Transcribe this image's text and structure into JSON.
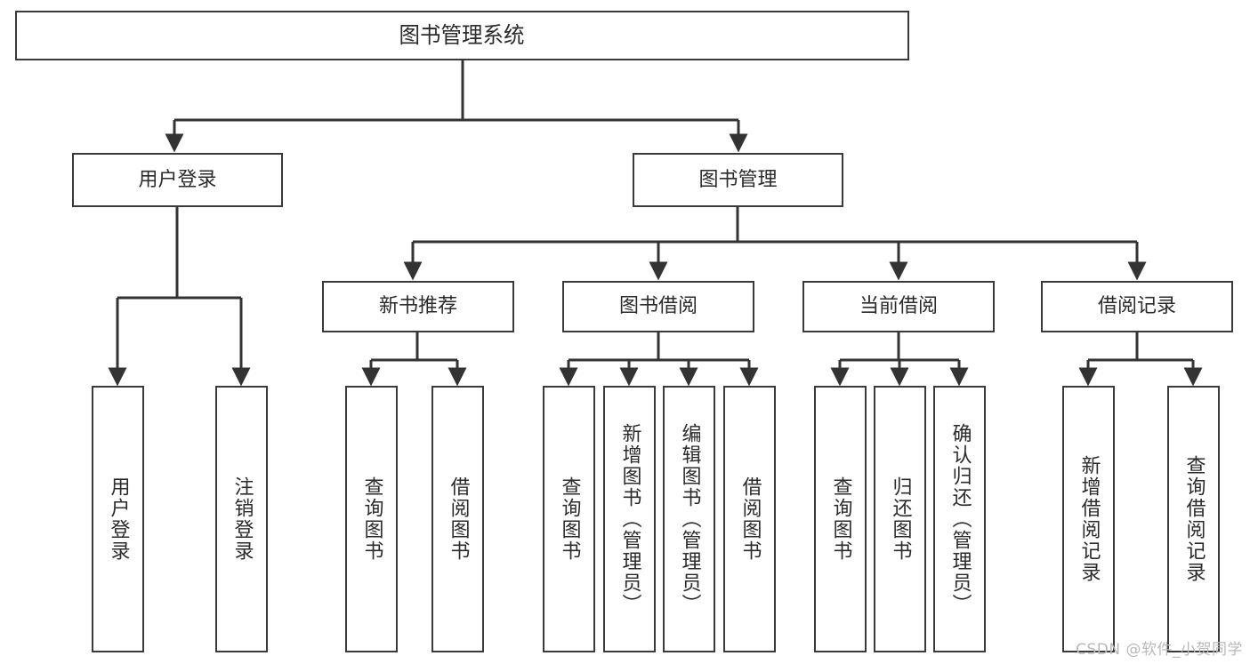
{
  "diagram": {
    "type": "tree",
    "title": "图书管理系统",
    "watermark": "CSDN @软件_小贺同学",
    "colors": {
      "box_border": "#3a3a3a",
      "box_fill": "#ffffff",
      "edge": "#333333",
      "text": "#2b2b2b",
      "watermark": "#b9b9b9"
    },
    "nodes": {
      "root": {
        "label": "图书管理系统"
      },
      "level1": [
        {
          "id": "user-login",
          "label": "用户登录"
        },
        {
          "id": "book-manage",
          "label": "图书管理"
        }
      ],
      "level2": [
        {
          "id": "new-book-recommend",
          "label": "新书推荐"
        },
        {
          "id": "book-borrow",
          "label": "图书借阅"
        },
        {
          "id": "current-borrow",
          "label": "当前借阅"
        },
        {
          "id": "borrow-record",
          "label": "借阅记录"
        }
      ],
      "leaves": {
        "user-login": [
          {
            "id": "leaf-user-login",
            "label": "用户登录"
          },
          {
            "id": "leaf-logout",
            "label": "注销登录"
          }
        ],
        "new-book-recommend": [
          {
            "id": "leaf-query-book-1",
            "label": "查询图书"
          },
          {
            "id": "leaf-borrow-book-1",
            "label": "借阅图书"
          }
        ],
        "book-borrow": [
          {
            "id": "leaf-query-book-2",
            "label": "查询图书"
          },
          {
            "id": "leaf-add-book",
            "label": "新增图书（管理员）"
          },
          {
            "id": "leaf-edit-book",
            "label": "编辑图书（管理员）"
          },
          {
            "id": "leaf-borrow-book-2",
            "label": "借阅图书"
          }
        ],
        "current-borrow": [
          {
            "id": "leaf-query-book-3",
            "label": "查询图书"
          },
          {
            "id": "leaf-return-book",
            "label": "归还图书"
          },
          {
            "id": "leaf-confirm-return",
            "label": "确认归还（管理员）"
          }
        ],
        "borrow-record": [
          {
            "id": "leaf-add-record",
            "label": "新增借阅记录"
          },
          {
            "id": "leaf-query-record",
            "label": "查询借阅记录"
          }
        ]
      }
    }
  }
}
